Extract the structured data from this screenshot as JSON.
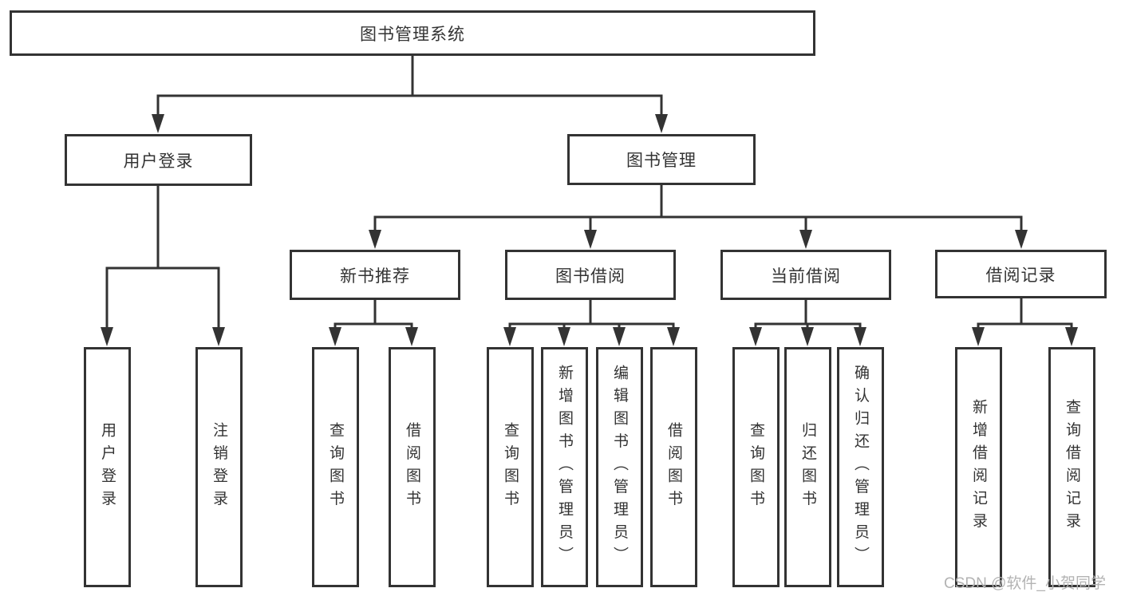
{
  "colors": {
    "line": "#333333",
    "box_border": "#333333",
    "text": "#333333",
    "background": "#ffffff",
    "watermark": "#b3b3b3"
  },
  "diagram": {
    "title": "图书管理系统",
    "level2": {
      "user_login": "用户登录",
      "book_mgmt": "图书管理"
    },
    "level3": {
      "new_book_rec": "新书推荐",
      "book_borrow": "图书借阅",
      "current_borrow": "当前借阅",
      "borrow_records": "借阅记录"
    },
    "leaves": {
      "user_login": [
        "用户登录",
        "注销登录"
      ],
      "new_book_rec": [
        "查询图书",
        "借阅图书"
      ],
      "book_borrow": [
        "查询图书",
        "新增图书（管理员）",
        "编辑图书（管理员）",
        "借阅图书"
      ],
      "current_borrow": [
        "查询图书",
        "归还图书",
        "确认归还（管理员）"
      ],
      "borrow_records": [
        "新增借阅记录",
        "查询借阅记录"
      ]
    }
  },
  "watermark": "CSDN @软件_小贺同学"
}
